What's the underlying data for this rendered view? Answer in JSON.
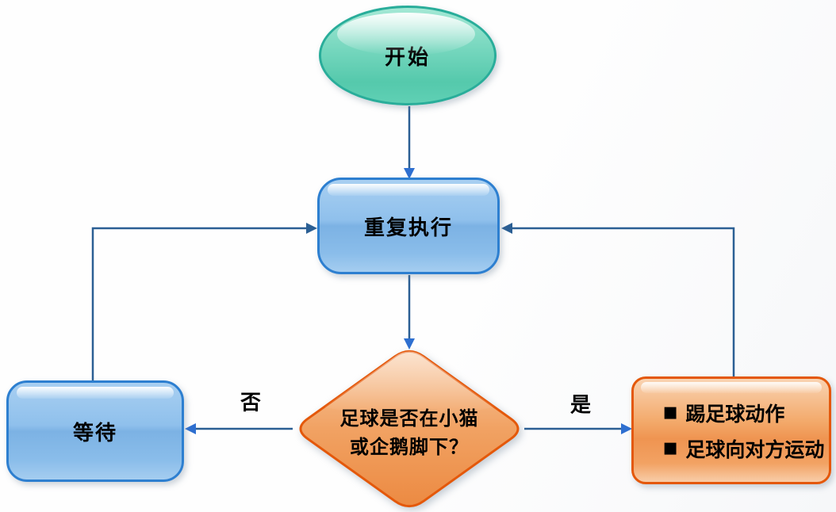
{
  "canvas": {
    "background": "#fdfdfe"
  },
  "colors": {
    "connector": "#2b5f94",
    "arrowhead": "#2e6fd0",
    "start_border": "#29ad9a",
    "start_fill": "#55c9ac",
    "process_border": "#2d7fd0",
    "process_fill": "#8fc0ec",
    "decision_border": "#e4580a",
    "decision_fill": "#f1a263",
    "action_border": "#e4580a",
    "text": "#000000"
  },
  "nodes": {
    "start": {
      "label": "开始"
    },
    "repeat": {
      "label": "重复执行"
    },
    "decision": {
      "line1": "足球是否在小猫",
      "line2": "或企鹅脚下？"
    },
    "wait": {
      "label": "等待"
    },
    "action": {
      "bullet": "▪",
      "items": [
        "踢足球动作",
        "足球向对方运动"
      ]
    }
  },
  "edges": {
    "no": {
      "label": "否"
    },
    "yes": {
      "label": "是"
    }
  }
}
